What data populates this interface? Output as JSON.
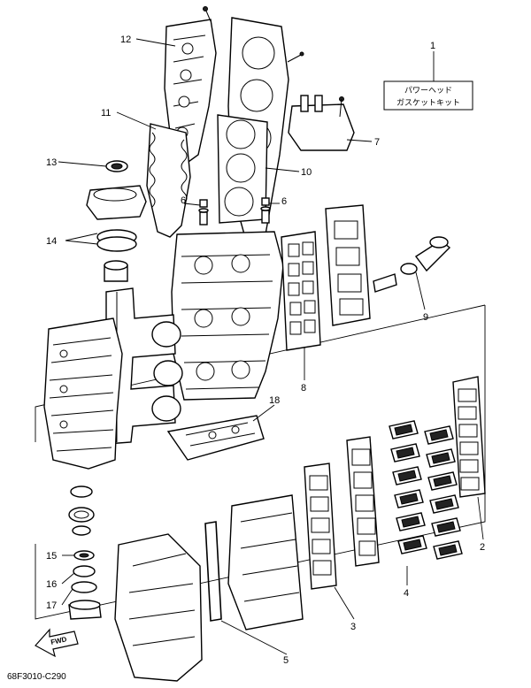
{
  "callouts": {
    "c1": "1",
    "c2": "2",
    "c3": "3",
    "c4": "4",
    "c5": "5",
    "c6a": "6",
    "c6b": "6",
    "c7": "7",
    "c8": "8",
    "c9": "9",
    "c10": "10",
    "c11": "11",
    "c12": "12",
    "c13": "13",
    "c14": "14",
    "c15": "15",
    "c16": "16",
    "c17": "17",
    "c18": "18"
  },
  "kit_box": {
    "line1": "パワーヘッド",
    "line2": "ガスケットキット"
  },
  "fwd_label": "FWD",
  "diagram_code": "68F3010-C290"
}
